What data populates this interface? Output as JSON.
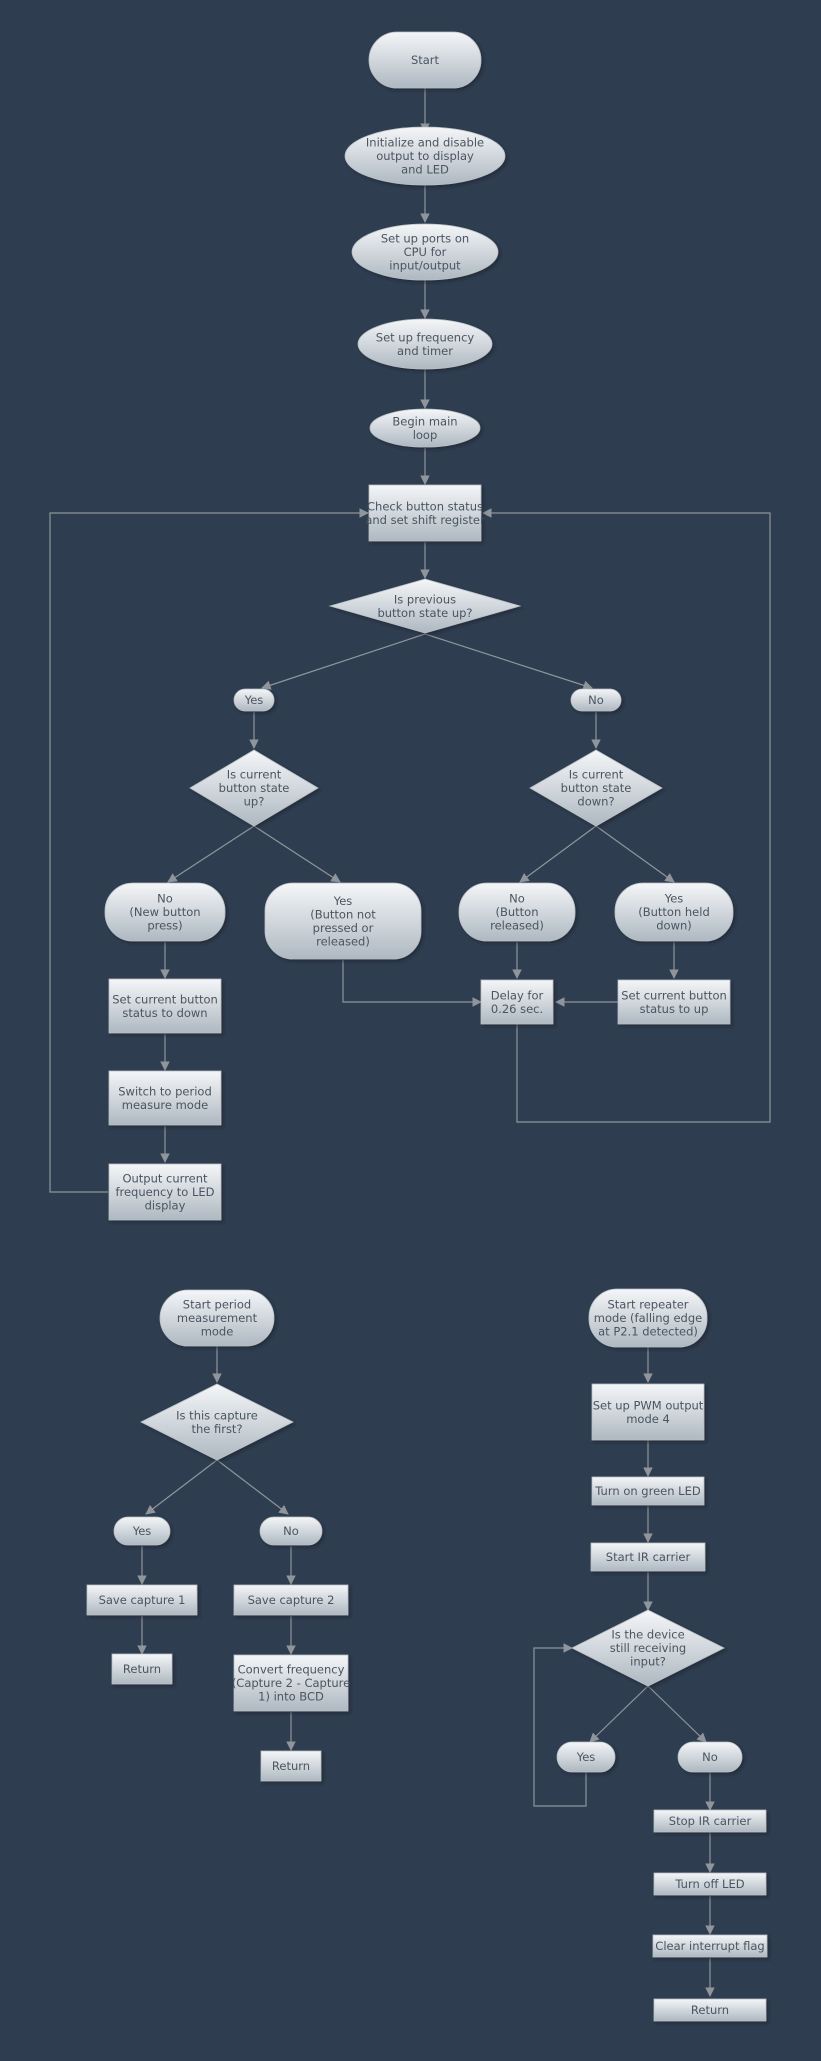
{
  "main_flow": {
    "start": "Start",
    "init": [
      "Initialize and disable",
      "output to display",
      "and LED"
    ],
    "ports": [
      "Set up ports on",
      "CPU for",
      "input/output"
    ],
    "freq_timer": [
      "Set up frequency",
      "and timer"
    ],
    "main_loop": [
      "Begin main",
      "loop"
    ],
    "check_button": [
      "Check button status",
      "and set shift register"
    ],
    "prev_state_q": [
      "Is previous",
      "button state up?"
    ],
    "yes": "Yes",
    "no": "No",
    "curr_up_q": [
      "Is current",
      "button state",
      "up?"
    ],
    "curr_down_q": [
      "Is current",
      "button state",
      "down?"
    ],
    "new_press": [
      "No",
      "(New button",
      "press)"
    ],
    "not_pressed": [
      "Yes",
      "(Button not",
      "pressed or",
      "released)"
    ],
    "released": [
      "No",
      "(Button",
      "released)"
    ],
    "held": [
      "Yes",
      "(Button held",
      "down)"
    ],
    "set_down": [
      "Set current button",
      "status to down"
    ],
    "switch_period": [
      "Switch to period",
      "measure mode"
    ],
    "output_freq": [
      "Output current",
      "frequency to LED",
      "display"
    ],
    "delay": [
      "Delay for",
      "0.26 sec."
    ],
    "set_up": [
      "Set current button",
      "status to up"
    ]
  },
  "period_flow": {
    "start": [
      "Start period",
      "measurement",
      "mode"
    ],
    "first_q": [
      "Is this capture",
      "the first?"
    ],
    "yes": "Yes",
    "no": "No",
    "save1": "Save capture 1",
    "save2": "Save capture 2",
    "return1": "Return",
    "convert": [
      "Convert frequency",
      "(Capture 2 - Capture",
      "1) into BCD"
    ],
    "return2": "Return"
  },
  "repeater_flow": {
    "start": [
      "Start repeater",
      "mode (falling edge",
      "at P2.1 detected)"
    ],
    "pwm": [
      "Set up PWM output",
      "mode 4"
    ],
    "green_led": "Turn on green LED",
    "ir_carrier": "Start  IR carrier",
    "receiving_q": [
      "Is the device",
      "still receiving",
      "input?"
    ],
    "yes": "Yes",
    "no": "No",
    "stop_ir": "Stop IR carrier",
    "led_off": "Turn off LED",
    "clear_flag": "Clear interrupt flag",
    "return": "Return"
  }
}
